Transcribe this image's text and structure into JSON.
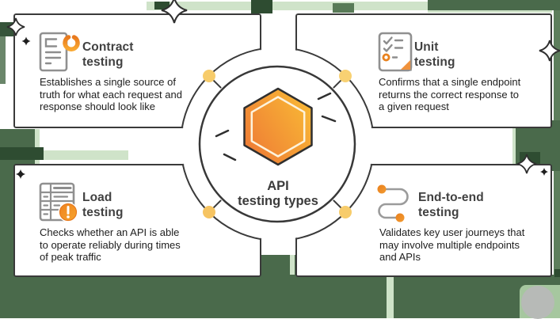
{
  "title": {
    "line1": "API",
    "line2": "testing types"
  },
  "cards": {
    "contract": {
      "title_lines": [
        "Contract",
        "testing"
      ],
      "description_lines": [
        "Establishes a single source of",
        "truth for what each request and",
        "response should look like"
      ],
      "icon": "document-wrench-icon"
    },
    "unit": {
      "title_lines": [
        "Unit",
        "testing"
      ],
      "description_lines": [
        "Confirms that a single endpoint",
        "returns the correct response to",
        "a given request"
      ],
      "icon": "checklist-icon"
    },
    "load": {
      "title_lines": [
        "Load",
        "testing"
      ],
      "description_lines": [
        "Checks whether an API is able",
        "to operate reliably during times",
        "of peak traffic"
      ],
      "icon": "table-warning-icon"
    },
    "end_to_end": {
      "title_lines": [
        "End-to-end",
        "testing"
      ],
      "description_lines": [
        "Validates key user journeys that",
        "may involve multiple endpoints",
        "and APIs"
      ],
      "icon": "journey-path-icon"
    }
  },
  "colors": {
    "outline_dark": "#3a3a3a",
    "accent_orange": "#ee8424",
    "hex_gradient_start": "#ee7a35",
    "hex_gradient_end": "#f9ba35",
    "connector_dot_yellow": "#f7cc6b",
    "background_green": "#4a6a4b",
    "pale_green": "#cfe3c9",
    "dark_green": "#2e4c31",
    "icon_gray": "#909090"
  }
}
